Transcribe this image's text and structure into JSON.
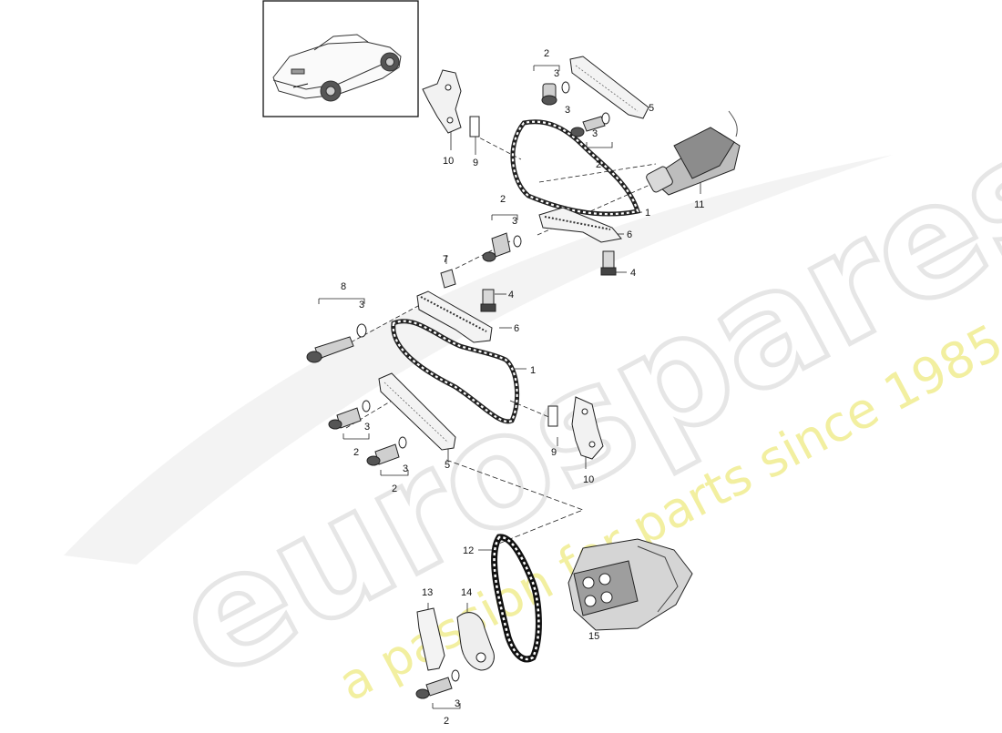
{
  "watermark": {
    "brand": "eurospares",
    "tagline": "a passion for parts since 1985",
    "brand_color": "#e9e9e9",
    "tagline_color": "#f1ee9a"
  },
  "thumbnail": {
    "icon": "car-convertible-icon"
  },
  "callouts": {
    "c1a": "1",
    "c1b": "1",
    "c2a": "2",
    "c2b": "2",
    "c2c": "2",
    "c2d": "2",
    "c2e": "2",
    "c2f": "2",
    "c3a": "3",
    "c3b": "3",
    "c3c": "3",
    "c3d": "3",
    "c3e": "3",
    "c3f": "3",
    "c3g": "3",
    "c3h": "3",
    "c4a": "4",
    "c4b": "4",
    "c5a": "5",
    "c5b": "5",
    "c6a": "6",
    "c6b": "6",
    "c7": "7",
    "c8": "8",
    "c9a": "9",
    "c9b": "9",
    "c10a": "10",
    "c10b": "10",
    "c11": "11",
    "c12": "12",
    "c13": "13",
    "c14": "14",
    "c15": "15"
  },
  "parts": {
    "chain_upper": "timing-chain-icon",
    "chain_lower": "timing-chain-icon",
    "chain_oil_pump": "timing-chain-icon",
    "camshaft": "camshaft-icon",
    "oil_pump": "oil-pump-icon"
  }
}
